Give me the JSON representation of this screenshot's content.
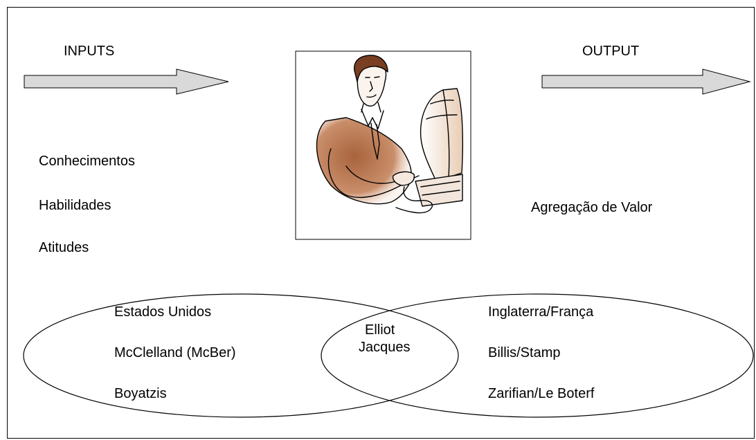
{
  "inputs": {
    "heading": "INPUTS",
    "items": [
      "Conhecimentos",
      "Habilidades",
      "Atitudes"
    ]
  },
  "output": {
    "heading": "OUTPUT",
    "items": [
      "Agregação de Valor"
    ]
  },
  "left_circle": {
    "items": [
      "Estados Unidos",
      "McClelland (McBer)",
      "Boyatzis"
    ]
  },
  "center_circle": {
    "lines": [
      "Elliot",
      "Jacques"
    ]
  },
  "right_circle": {
    "items": [
      "Inglaterra/França",
      "Billis/Stamp",
      "Zarifian/Le Boterf"
    ]
  },
  "icons": {
    "center_picture": "person-at-computer-clipart",
    "arrow": "right-arrow"
  },
  "colors": {
    "arrow_fill": "#d9d9d9",
    "figure_accent": "#b97a55"
  }
}
